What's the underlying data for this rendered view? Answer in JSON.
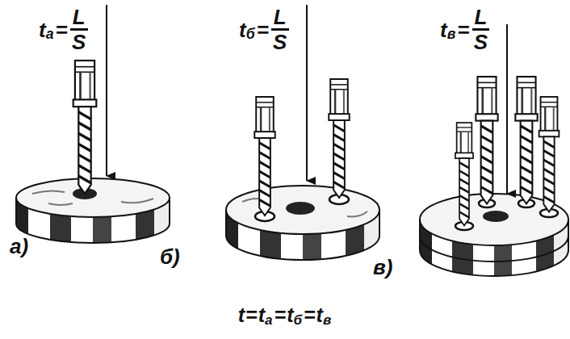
{
  "diagram": {
    "labels": [
      "t",
      "а",
      "=",
      "L",
      "S",
      "t",
      "б",
      "=",
      "L",
      "S",
      "t",
      "в",
      "=",
      "L",
      "S",
      "а)",
      "б)",
      "в)",
      "t",
      "=",
      "t",
      "а",
      "=",
      "t",
      "б",
      "=",
      "t",
      "в"
    ]
  }
}
